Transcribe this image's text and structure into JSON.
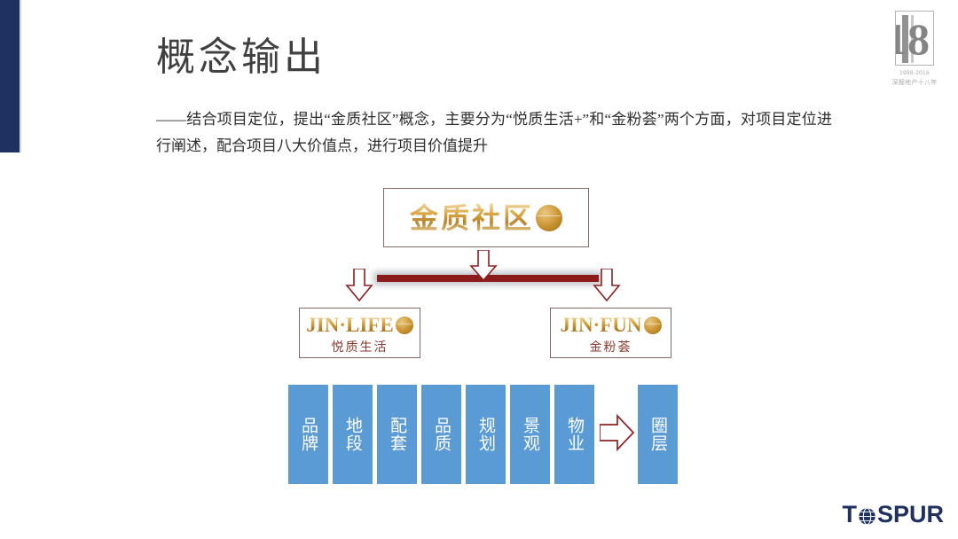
{
  "slide": {
    "title": "概念输出",
    "body_text": "——结合项目定位，提出“金质社区”概念，主要分为“悦质生活+”和“金粉荟”两个方面，对项目定位进行阐述，配合项目八大价值点，进行项目价值提升"
  },
  "anniversary": {
    "mark": "18",
    "years": "1998-2016",
    "subtitle": "深掘地产十八年"
  },
  "diagram": {
    "main_concept": {
      "label": "金质社区",
      "seal": "gold-seal"
    },
    "branches": [
      {
        "latin": "JIN·LIFE",
        "chinese": "悦质生活"
      },
      {
        "latin": "JIN·FUN",
        "chinese": "金粉荟"
      }
    ],
    "value_points": [
      "品牌",
      "地段",
      "配套",
      "品质",
      "规划",
      "景观",
      "物业"
    ],
    "result": "圈层"
  },
  "footer": {
    "brand": "TOSPUR",
    "brand_part1": "T",
    "brand_part2": "SPUR"
  },
  "colors": {
    "navy": "#1f3160",
    "blue_box": "#5b9bd5",
    "dark_red": "#8c1c1c",
    "gold": "#d9a441",
    "box_border": "#8a6a68",
    "title_gray": "#404040"
  }
}
